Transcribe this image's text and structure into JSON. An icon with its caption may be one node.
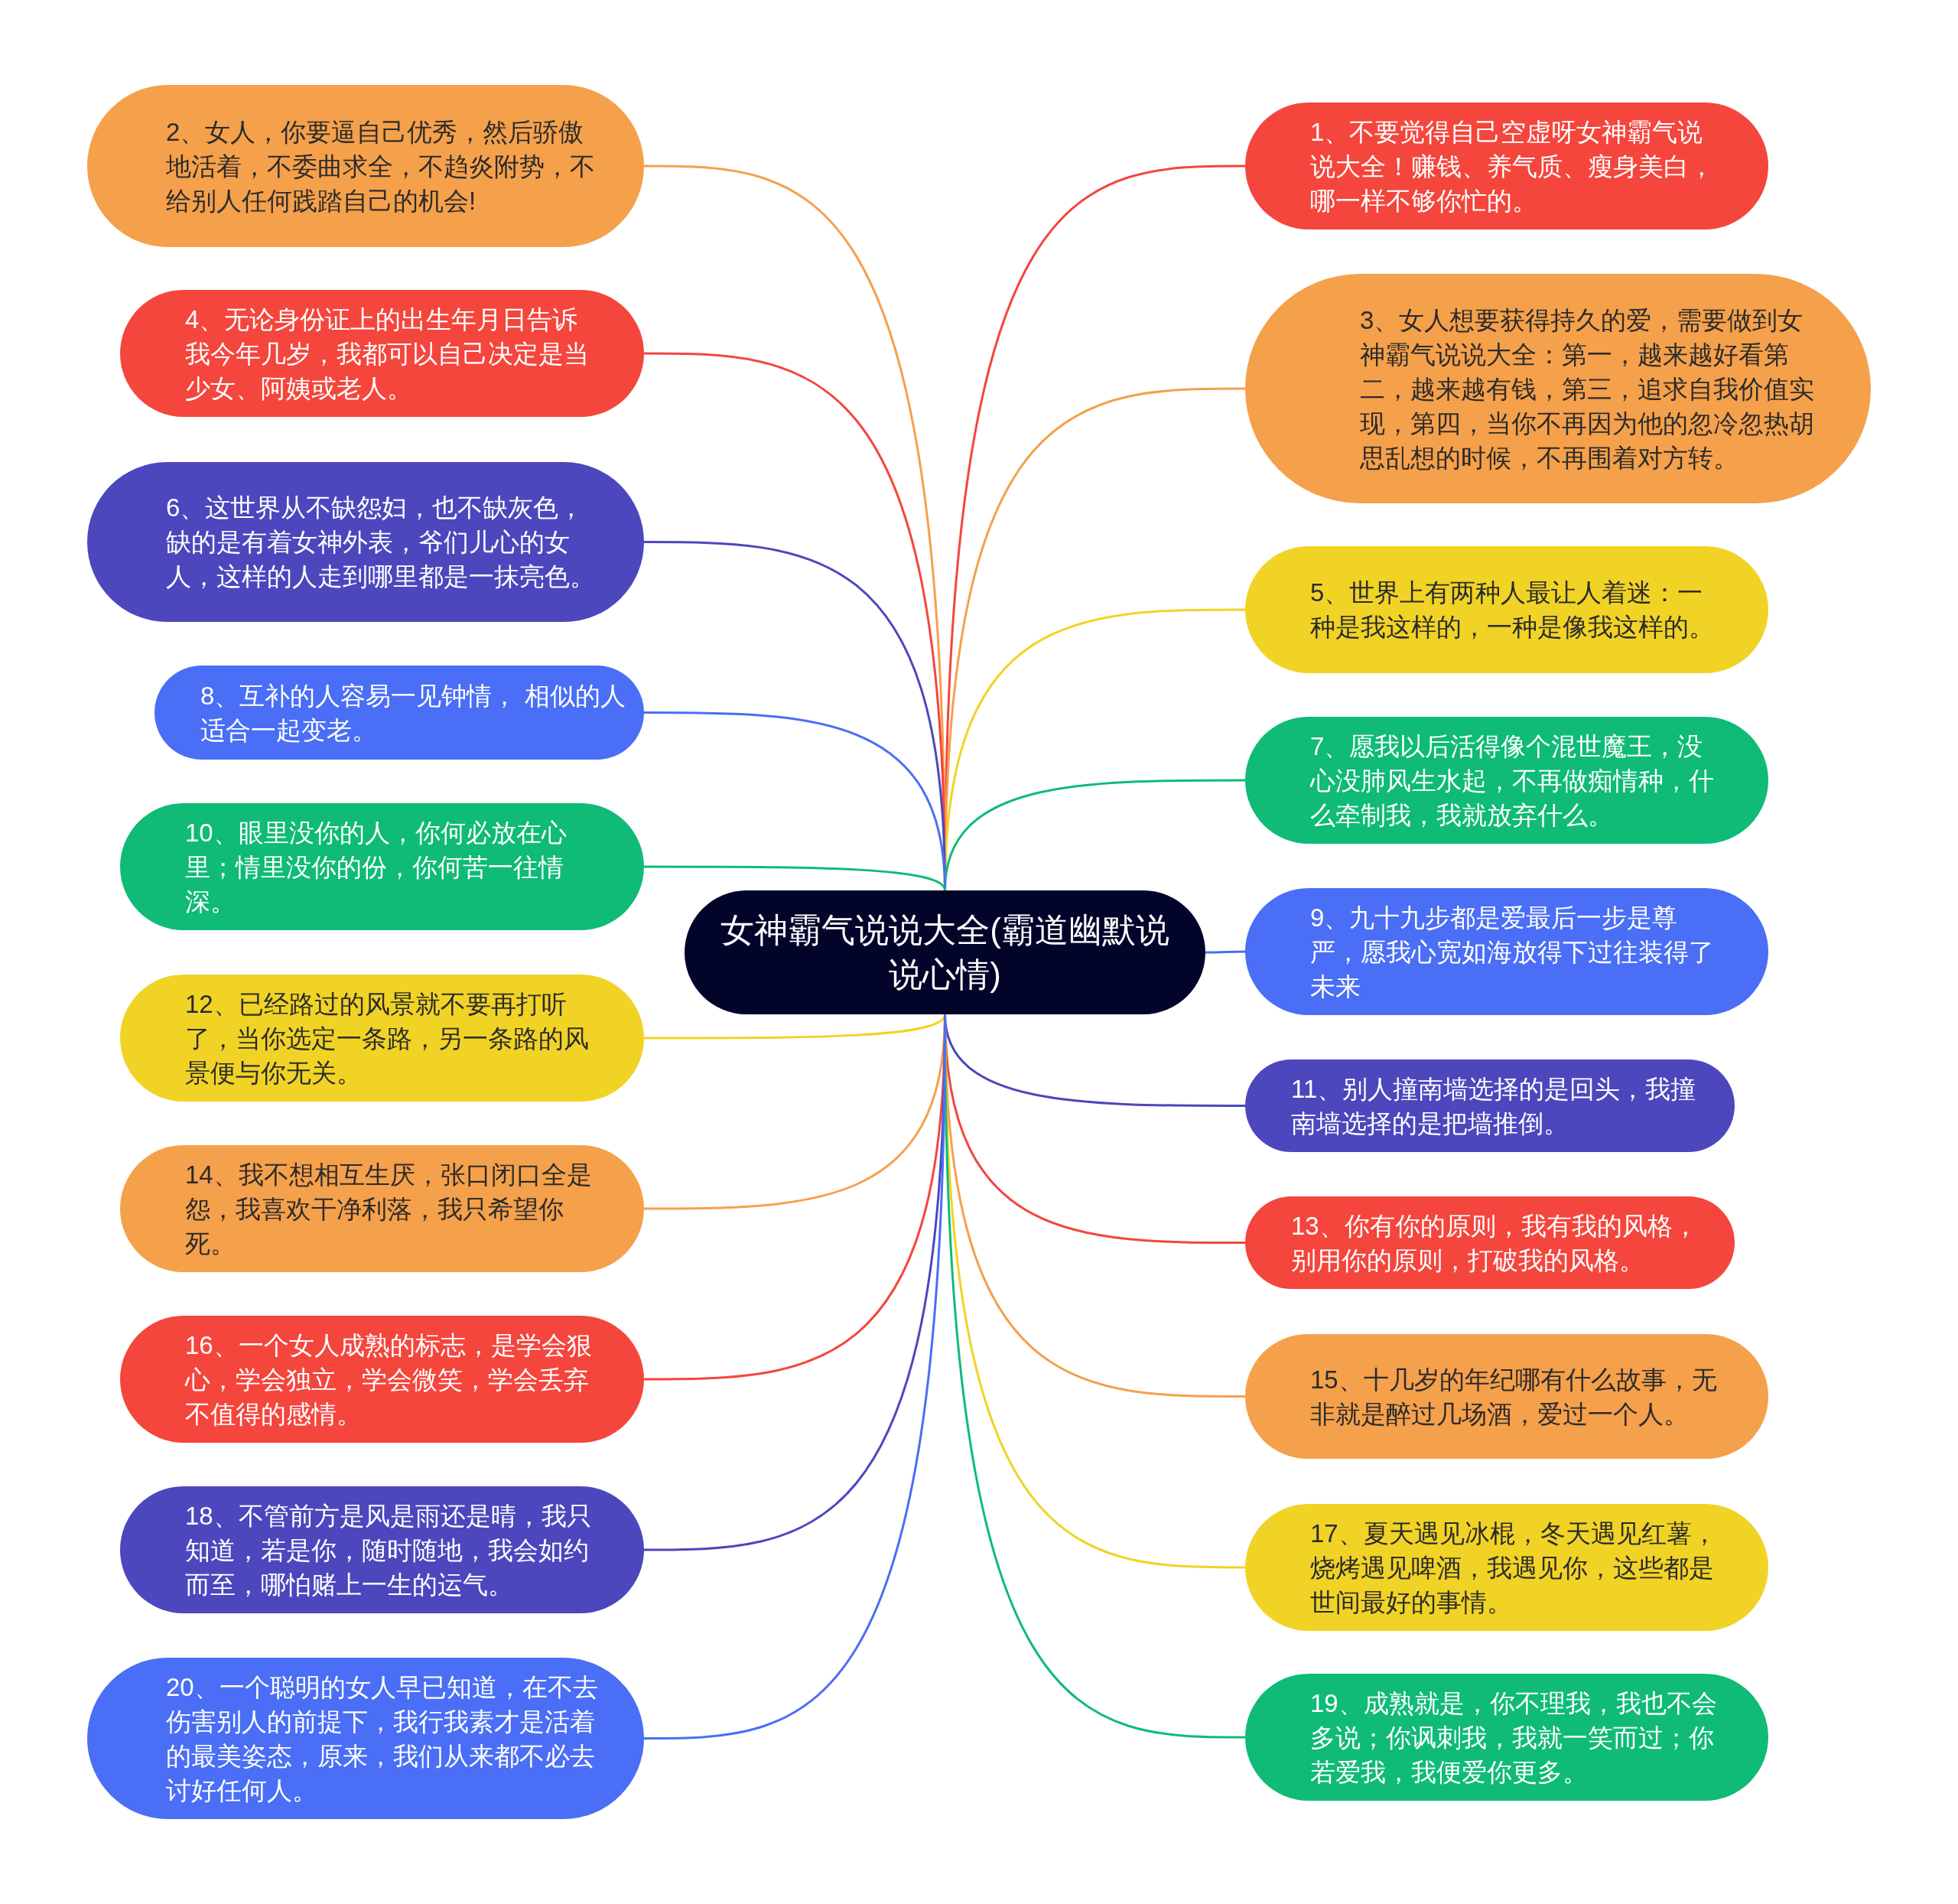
{
  "diagram": {
    "nodes": [
      {
        "text": [
          "女神霸气说说大全(霸道幽默说说心情)"
        ]
      },
      {
        "text": [
          "1、不要觉得自己空虚呀女神霸气说说大全！赚钱、养气质、瘦身美白，哪一样不够你忙的。"
        ]
      },
      {
        "text": [
          "2、女人，你要逼自己优秀，然后骄傲地活着，不委曲求全，不趋炎附势，不给别人任何践踏自己的机会!"
        ]
      },
      {
        "text": [
          "3、女人想要获得持久的爱，需要做到女神霸气说说大全：第一，越来越好看第二，越来越有钱，第三，追求自我价值实现，第四，当你不再因为他的忽冷忽热胡思乱想的时候，不再围着对方转。"
        ]
      },
      {
        "text": [
          "4、无论身份证上的出生年月日告诉我今年几岁，我都可以自己决定是当少女、阿姨或老人。"
        ]
      },
      {
        "text": [
          "5、世界上有两种人最让人着迷：一种是我这样的，一种是像我这样的。"
        ]
      },
      {
        "text": [
          "6、这世界从不缺怨妇，也不缺灰色，缺的是有着女神外表，爷们儿心的女人，这样的人走到哪里都是一抹亮色。"
        ]
      },
      {
        "text": [
          "7、愿我以后活得像个混世魔王，没心没肺风生水起，不再做痴情种，什么牵制我，我就放弃什么。"
        ]
      },
      {
        "text": [
          "8、互补的人容易一见钟情， 相似的人适合一起变老。"
        ]
      },
      {
        "text": [
          "9、九十九步都是爱最后一步是尊严，愿我心宽如海放得下过往装得了未来"
        ]
      },
      {
        "text": [
          "10、眼里没你的人，你何必放在心里；情里没你的份，你何苦一往情深。"
        ]
      },
      {
        "text": [
          "11、别人撞南墙选择的是回头，我撞南墙选择的是把墙推倒。"
        ]
      },
      {
        "text": [
          "12、已经路过的风景就不要再打听了，当你选定一条路，另一条路的风景便与你无关。"
        ]
      },
      {
        "text": [
          "13、你有你的原则，我有我的风格，别用你的原则，打破我的风格。"
        ]
      },
      {
        "text": [
          "14、我不想相互生厌，张口闭口全是怨，我喜欢干净利落，我只希望你死。"
        ]
      },
      {
        "text": [
          "15、十几岁的年纪哪有什么故事，无非就是醉过几场酒，爱过一个人。"
        ]
      },
      {
        "text": [
          "16、一个女人成熟的标志，是学会狠心，学会独立，学会微笑，学会丢弃不值得的感情。"
        ]
      },
      {
        "text": [
          "17、夏天遇见冰棍，冬天遇见红薯，烧烤遇见啤酒，我遇见你，这些都是世间最好的事情。"
        ]
      },
      {
        "text": [
          "18、不管前方是风是雨还是晴，我只知道，若是你，随时随地，我会如约而至，哪怕赌上一生的运气。"
        ]
      },
      {
        "text": [
          "19、成熟就是，你不理我，我也不会多说；你讽刺我，我就一笑而过；你若爱我，我便爱你更多。"
        ]
      },
      {
        "text": [
          "20、一个聪明的女人早已知道，在不去伤害别人的前提下，我行我素才是活着的最美姿态，原来，我们从来都不必去讨好任何人。"
        ]
      }
    ],
    "edges": [
      {
        "from": 0,
        "to": 1,
        "arrow": "none",
        "color": "#f4463d"
      },
      {
        "from": 0,
        "to": 2,
        "arrow": "none",
        "color": "#f5a04b"
      },
      {
        "from": 0,
        "to": 3,
        "arrow": "none",
        "color": "#f5a04b"
      },
      {
        "from": 0,
        "to": 4,
        "arrow": "none",
        "color": "#f4463d"
      },
      {
        "from": 0,
        "to": 5,
        "arrow": "none",
        "color": "#f1d326"
      },
      {
        "from": 0,
        "to": 6,
        "arrow": "none",
        "color": "#4c47bd"
      },
      {
        "from": 0,
        "to": 7,
        "arrow": "none",
        "color": "#0fbb76"
      },
      {
        "from": 0,
        "to": 8,
        "arrow": "none",
        "color": "#4a6ef5"
      },
      {
        "from": 0,
        "to": 9,
        "arrow": "none",
        "color": "#4a6ef5"
      },
      {
        "from": 0,
        "to": 10,
        "arrow": "none",
        "color": "#0fbb76"
      },
      {
        "from": 0,
        "to": 11,
        "arrow": "none",
        "color": "#4c47bd"
      },
      {
        "from": 0,
        "to": 12,
        "arrow": "none",
        "color": "#f1d326"
      },
      {
        "from": 0,
        "to": 13,
        "arrow": "none",
        "color": "#f4463d"
      },
      {
        "from": 0,
        "to": 14,
        "arrow": "none",
        "color": "#f5a04b"
      },
      {
        "from": 0,
        "to": 15,
        "arrow": "none",
        "color": "#f5a04b"
      },
      {
        "from": 0,
        "to": 16,
        "arrow": "none",
        "color": "#f4463d"
      },
      {
        "from": 0,
        "to": 17,
        "arrow": "none",
        "color": "#f1d326"
      },
      {
        "from": 0,
        "to": 18,
        "arrow": "none",
        "color": "#4c47bd"
      },
      {
        "from": 0,
        "to": 19,
        "arrow": "none",
        "color": "#0fbb76"
      },
      {
        "from": 0,
        "to": 20,
        "arrow": "none",
        "color": "#4a6ef5"
      }
    ]
  }
}
